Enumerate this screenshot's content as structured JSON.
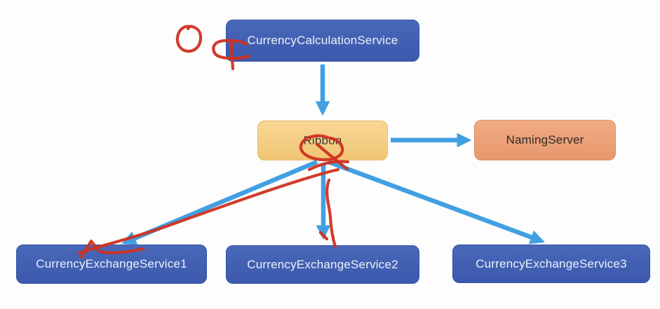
{
  "diagram": {
    "nodes": [
      {
        "id": "currency-calculation-service",
        "label": "CurrencyCalculationService",
        "shape": "rounded-rect",
        "fill": "#3e5cb4",
        "text_color": "#edf1f9"
      },
      {
        "id": "ribbon",
        "label": "Ribbon",
        "shape": "rounded-rect",
        "fill": "#f5ce83",
        "text_color": "#3b3b3b"
      },
      {
        "id": "naming-server",
        "label": "NamingServer",
        "shape": "rounded-rect",
        "fill": "#eca27b",
        "text_color": "#2e2a28"
      },
      {
        "id": "currency-exchange-service-1",
        "label": "CurrencyExchangeService1",
        "shape": "rounded-rect",
        "fill": "#3e5cb4",
        "text_color": "#edf1f9"
      },
      {
        "id": "currency-exchange-service-2",
        "label": "CurrencyExchangeService2",
        "shape": "rounded-rect",
        "fill": "#3e5cb4",
        "text_color": "#edf1f9"
      },
      {
        "id": "currency-exchange-service-3",
        "label": "CurrencyExchangeService3",
        "shape": "rounded-rect",
        "fill": "#3e5cb4",
        "text_color": "#edf1f9"
      }
    ],
    "edges": [
      {
        "from": "CurrencyCalculationService",
        "to": "Ribbon",
        "direction": "down"
      },
      {
        "from": "Ribbon",
        "to": "NamingServer",
        "direction": "right"
      },
      {
        "from": "Ribbon",
        "to": "CurrencyExchangeService1",
        "direction": "down-left"
      },
      {
        "from": "Ribbon",
        "to": "CurrencyExchangeService2",
        "direction": "down"
      },
      {
        "from": "Ribbon",
        "to": "CurrencyExchangeService3",
        "direction": "down-right"
      }
    ],
    "annotations": {
      "ink_color": "#d03021",
      "items": [
        {
          "name": "freehand-circle-top-left"
        },
        {
          "name": "freehand-box-on-calculation-service"
        },
        {
          "name": "scribble-loop-over-ribbon-label"
        },
        {
          "name": "freehand-line-ribbon-to-service1"
        },
        {
          "name": "freehand-check-on-service1"
        },
        {
          "name": "freehand-line-ribbon-to-service2"
        },
        {
          "name": "tick-on-service2-arrowhead"
        }
      ]
    },
    "colors": {
      "arrow": "#42a0e2",
      "service_box": "#3e5cb4",
      "ribbon_box": "#f5ce83",
      "naming_box": "#eca27b",
      "ink": "#d03021"
    }
  }
}
